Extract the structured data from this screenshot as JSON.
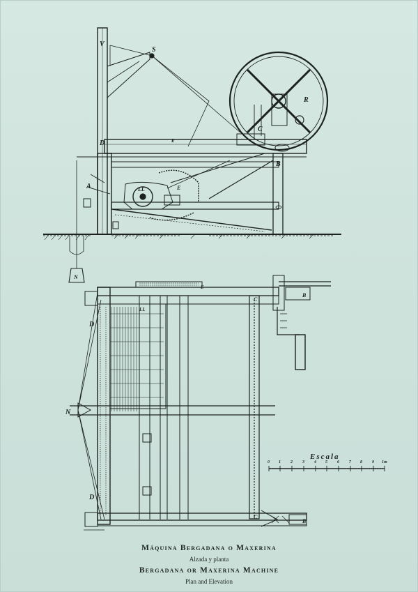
{
  "captions": {
    "spanish_title": "Máquina Bergadana o Maxerina",
    "spanish_subtitle": "Alzada y planta",
    "english_title": "Bergadana or Maxerina Machine",
    "english_subtitle": "Plan and Elevation"
  },
  "scale": {
    "title": "Escala",
    "ticks": [
      "0",
      "1",
      "2",
      "3",
      "4",
      "5",
      "6",
      "7",
      "8",
      "9",
      "1m"
    ]
  },
  "labels": {
    "elevation": [
      "V",
      "S",
      "R",
      "C",
      "D",
      "E",
      "B",
      "A",
      "LL",
      "E",
      "N"
    ],
    "plan": [
      "E",
      "C",
      "B",
      "LL",
      "D",
      "N",
      "D",
      "C",
      "B"
    ]
  },
  "colors": {
    "paper": "#cfe3dc",
    "ink": "#1c2220"
  }
}
